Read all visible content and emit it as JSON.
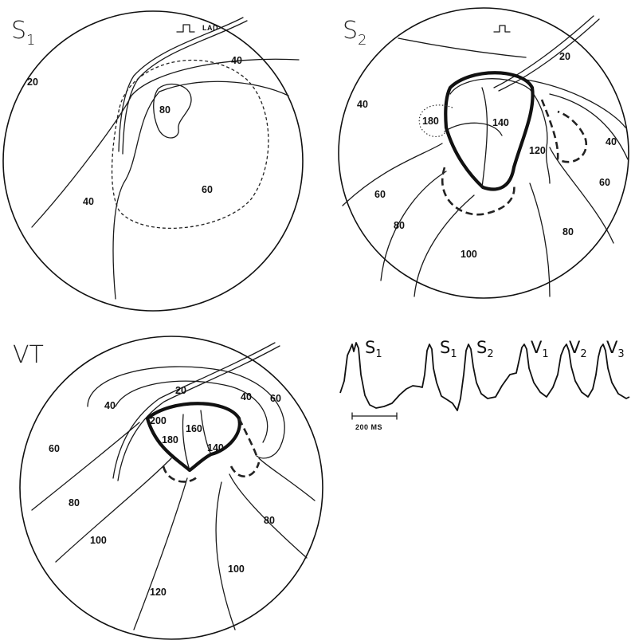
{
  "panels": {
    "s1": {
      "title_main": "S",
      "title_sub": "1",
      "lad_label": "LAD",
      "contours": {
        "c20": "20",
        "c40a": "40",
        "c40b": "40",
        "c60": "60",
        "c80": "80"
      }
    },
    "s2": {
      "title_main": "S",
      "title_sub": "2",
      "contours": {
        "c20": "20",
        "c40a": "40",
        "c40b": "40",
        "c60a": "60",
        "c60b": "60",
        "c80a": "80",
        "c80b": "80",
        "c100": "100",
        "c120": "120",
        "c140": "140",
        "c180": "180"
      }
    },
    "vt": {
      "title": "VT",
      "contours": {
        "c20": "20",
        "c40a": "40",
        "c40b": "40",
        "c60a": "60",
        "c60b": "60",
        "c80a": "80",
        "c80b": "80",
        "c100a": "100",
        "c100b": "100",
        "c120": "120",
        "c140": "140",
        "c160": "160",
        "c180": "180",
        "c200": "200"
      }
    }
  },
  "ecg": {
    "labels": [
      {
        "main": "S",
        "sub": "1"
      },
      {
        "main": "S",
        "sub": "1"
      },
      {
        "main": "S",
        "sub": "2"
      },
      {
        "main": "V",
        "sub": "1"
      },
      {
        "main": "V",
        "sub": "2"
      },
      {
        "main": "V",
        "sub": "3"
      }
    ],
    "scale_label": "200 MS"
  }
}
